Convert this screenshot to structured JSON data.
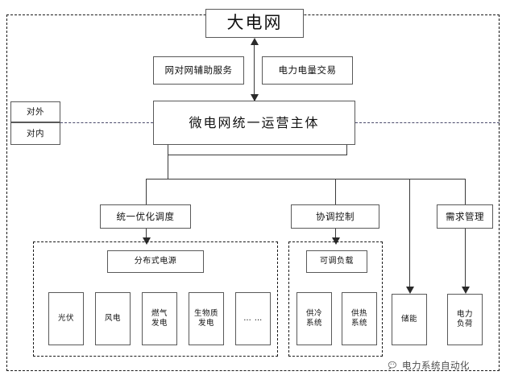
{
  "diagram": {
    "title_node": {
      "label": "大电网"
    },
    "external_services": [
      {
        "label": "网对网辅助服务"
      },
      {
        "label": "电力电量交易"
      }
    ],
    "scope_labels": [
      {
        "label": "对外"
      },
      {
        "label": "对内"
      }
    ],
    "main_entity": {
      "label": "微电网统一运营主体"
    },
    "functions": [
      {
        "label": "统一优化调度"
      },
      {
        "label": "协调控制"
      },
      {
        "label": "需求管理"
      }
    ],
    "groups": [
      {
        "header": "分布式电源",
        "items": [
          {
            "label": "光伏"
          },
          {
            "label": "风电"
          },
          {
            "label": "燃气\n发电"
          },
          {
            "label": "生物质\n发电"
          },
          {
            "label": "… …"
          }
        ]
      },
      {
        "header": "可调负载",
        "items": [
          {
            "label": "供冷\n系统"
          },
          {
            "label": "供热\n系统"
          }
        ]
      }
    ],
    "standalone_nodes": [
      {
        "label": "储能"
      },
      {
        "label": "电力\n负荷"
      }
    ],
    "watermark": {
      "label": "电力系统自动化"
    },
    "colors": {
      "box_border": "#595959",
      "dashed_border": "#1a1a1a",
      "connector": "#3a3a3a",
      "text": "#111111",
      "background": "#ffffff"
    }
  }
}
